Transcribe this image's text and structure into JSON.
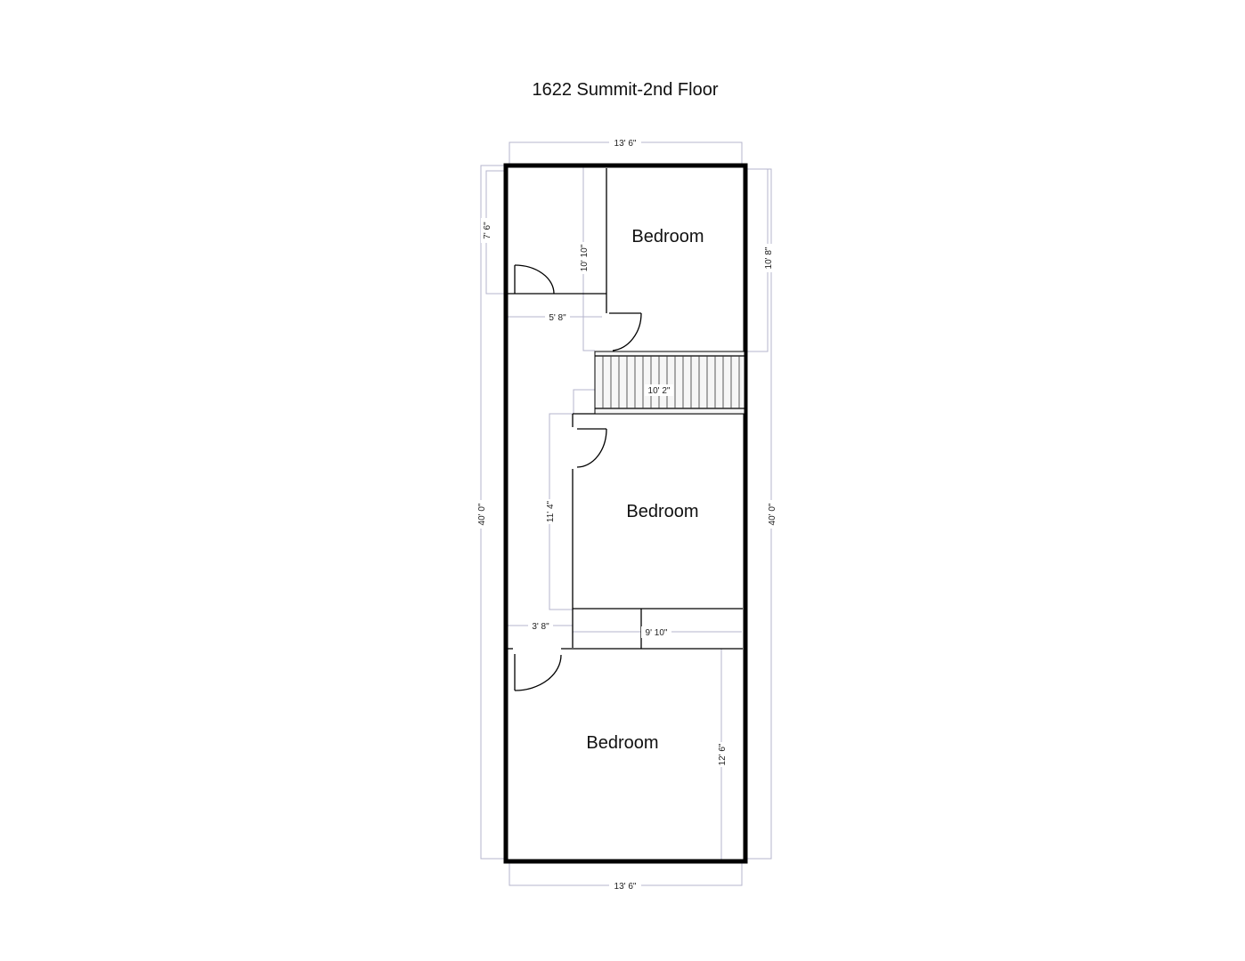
{
  "title": "1622 Summit-2nd Floor",
  "rooms": [
    {
      "label": "Bedroom"
    },
    {
      "label": "Bedroom"
    },
    {
      "label": "Bedroom"
    }
  ],
  "dimensions": {
    "top_width": "13' 6\"",
    "bottom_width": "13' 6\"",
    "left_length": "40' 0\"",
    "right_length": "40' 0\"",
    "closet_height": "7' 6\"",
    "hall_width_top": "5' 8\"",
    "bedroom1_left": "10' 10\"",
    "bedroom1_right": "10' 8\"",
    "stairs": "10' 2\"",
    "bedroom2_left": "11' 4\"",
    "hall_width_bottom": "3' 8\"",
    "closets_width": "9' 10\"",
    "bedroom3_right": "12' 6\""
  }
}
